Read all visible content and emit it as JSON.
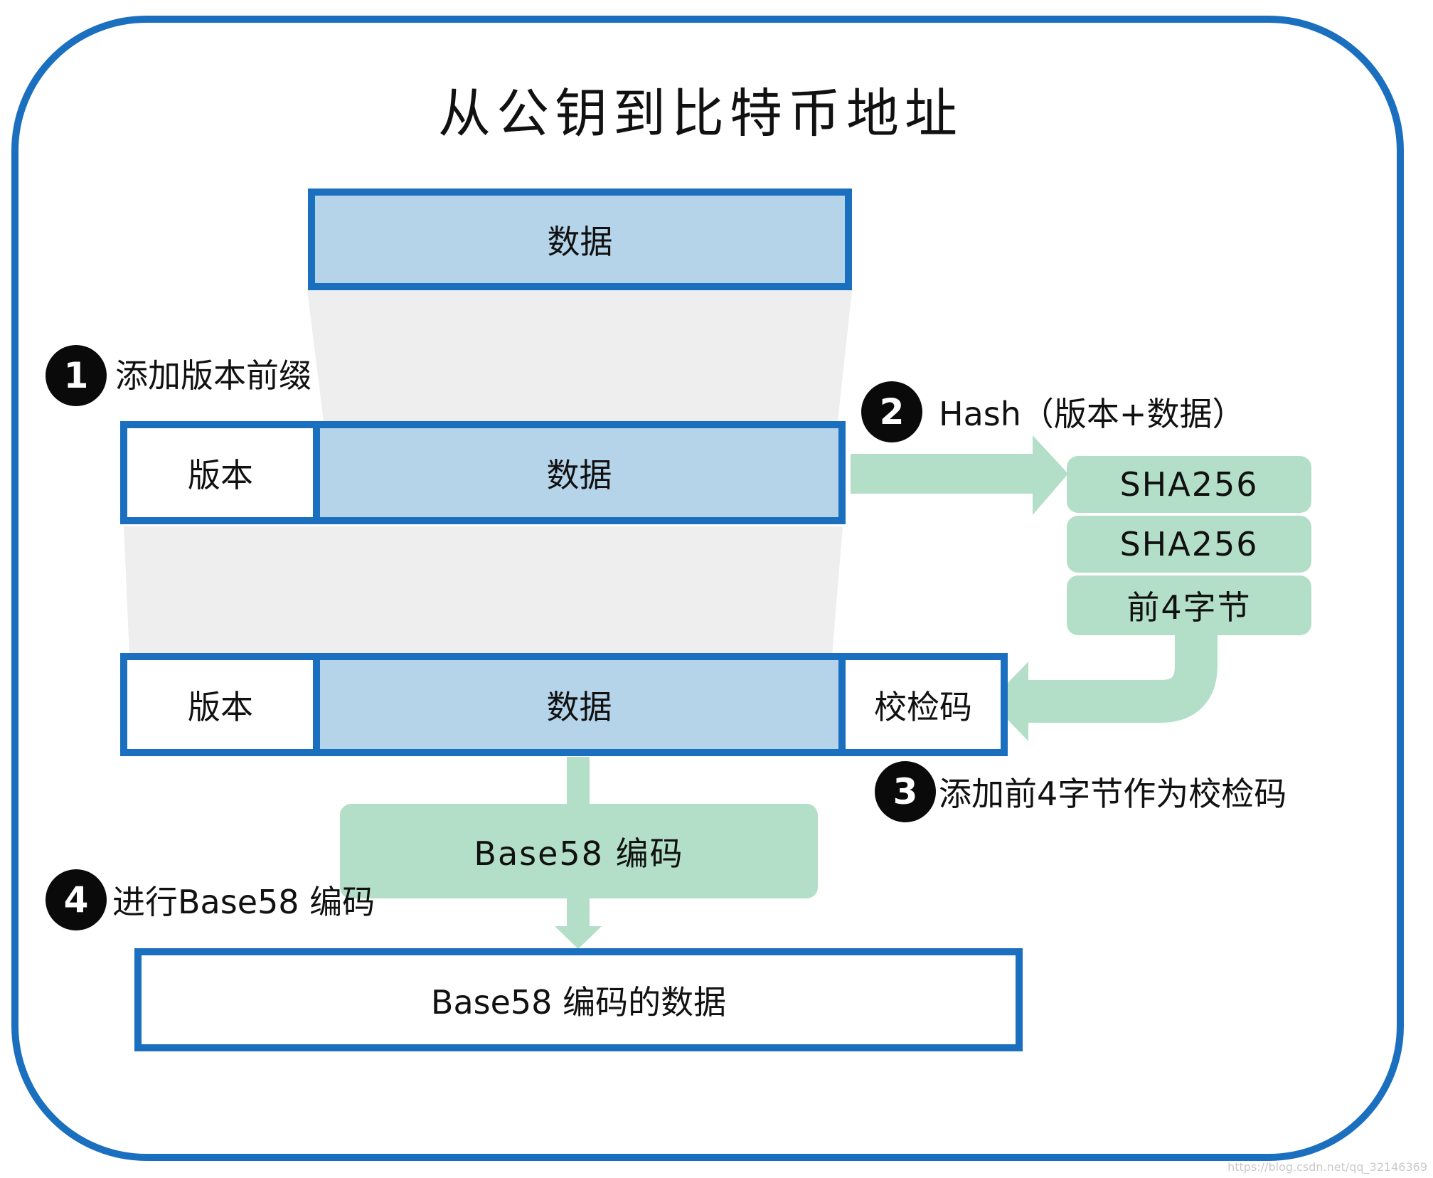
{
  "title": "从公钥到比特币地址",
  "rows": {
    "top_data": "数据",
    "row2_version": "版本",
    "row2_data": "数据",
    "row3_version": "版本",
    "row3_data": "数据",
    "row3_checksum": "校检码"
  },
  "hash_steps": [
    "SHA256",
    "SHA256",
    "前4字节"
  ],
  "base58_step": "Base58 编码",
  "result": "Base58 编码的数据",
  "steps": [
    {
      "num": "1",
      "text": "添加版本前缀"
    },
    {
      "num": "2",
      "text": "Hash（版本+数据）"
    },
    {
      "num": "3",
      "text": "添加前4字节作为校检码"
    },
    {
      "num": "4",
      "text": "进行Base58 编码"
    }
  ],
  "watermark": "https://blog.csdn.net/qq_32146369",
  "colors": {
    "border_blue": "#1a6fbf",
    "box_blue": "#b5d4ea",
    "green": "#b3dfc8",
    "funnel_gray": "#eeeeee",
    "badge": "#0a0a0a"
  }
}
